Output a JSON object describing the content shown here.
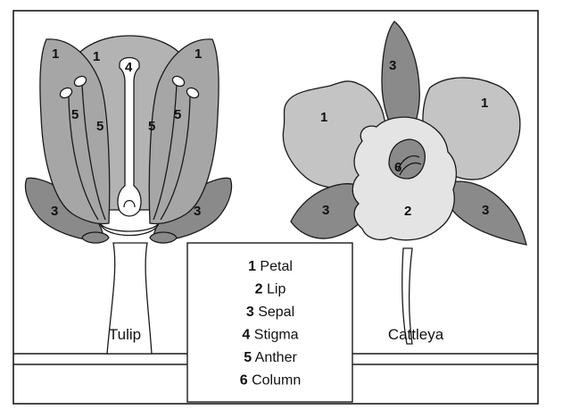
{
  "captions": {
    "tulip": "Tulip",
    "cattleya": "Cattleya"
  },
  "legend": [
    {
      "num": "1",
      "label": "Petal"
    },
    {
      "num": "2",
      "label": "Lip"
    },
    {
      "num": "3",
      "label": "Sepal"
    },
    {
      "num": "4",
      "label": "Stigma"
    },
    {
      "num": "5",
      "label": "Anther"
    },
    {
      "num": "6",
      "label": "Column"
    }
  ],
  "tulip_labels": {
    "petal": "1",
    "sepal": "3",
    "stigma": "4",
    "anther": "5"
  },
  "cattleya_labels": {
    "petal": "1",
    "lip": "2",
    "sepal": "3",
    "column": "6"
  },
  "colors": {
    "dark_gray": "#8a8a8a",
    "mid_gray": "#b3b3b3",
    "light_gray": "#cfcfcf",
    "pale_gray": "#e4e4e4",
    "outline": "#1a1a1a"
  }
}
